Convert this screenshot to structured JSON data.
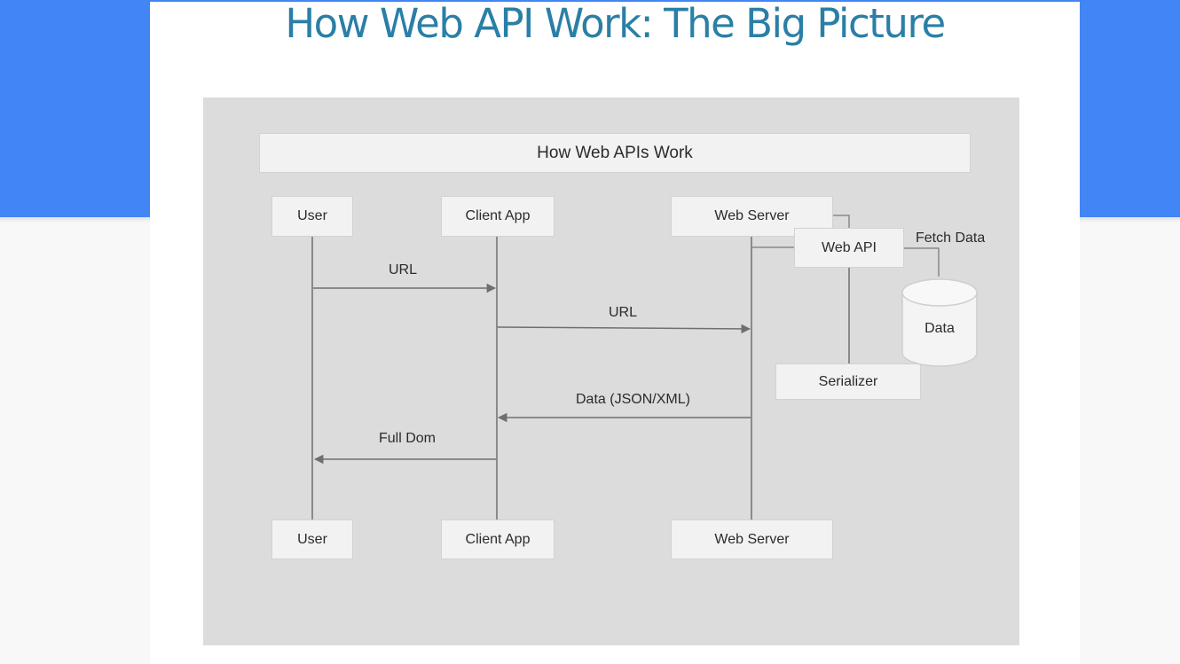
{
  "slide": {
    "title": "How Web API Work: The Big Picture"
  },
  "diagram": {
    "header": "How Web APIs Work",
    "participants_top": [
      "User",
      "Client App",
      "Web Server"
    ],
    "participants_bottom": [
      "User",
      "Client App",
      "Web Server"
    ],
    "messages": [
      {
        "from": "User",
        "to": "Client App",
        "label": "URL"
      },
      {
        "from": "Client App",
        "to": "Web Server",
        "label": "URL"
      },
      {
        "from": "Web Server",
        "to": "Client App",
        "label": "Data (JSON/XML)"
      },
      {
        "from": "Client App",
        "to": "User",
        "label": "Full Dom"
      }
    ],
    "components": {
      "web_api": "Web API",
      "fetch_data": "Fetch Data",
      "data_store": "Data",
      "serializer": "Serializer"
    }
  },
  "colors": {
    "banner": "#4285f4",
    "title": "#2a7fa6",
    "diagram_bg": "#dcdcdc",
    "box_bg": "#f2f2f2",
    "line": "#6f6f6f"
  }
}
